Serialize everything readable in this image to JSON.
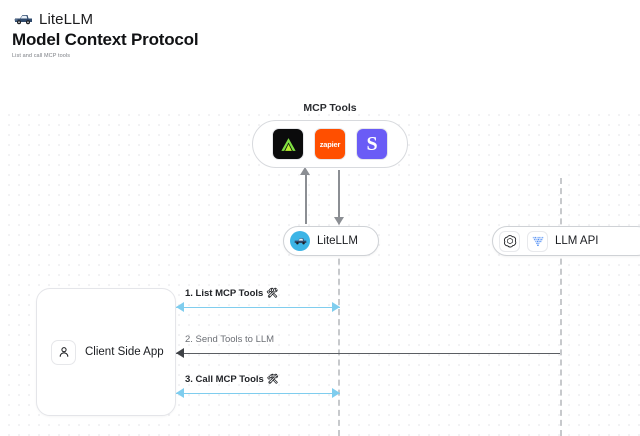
{
  "header": {
    "brand": "LiteLLM",
    "brand_icon": "litellm-truck-logo",
    "title": "Model Context Protocol",
    "subtitle": "List and call MCP tools"
  },
  "diagram": {
    "mcp_group": {
      "label": "MCP Tools",
      "tools": [
        {
          "name": "tool-icon-black-triangle",
          "text": "",
          "bg": "#0b0b0c"
        },
        {
          "name": "tool-icon-zapier",
          "text": "zapier",
          "bg": "#ff4f00"
        },
        {
          "name": "tool-icon-slack-s",
          "text": "S",
          "bg": "#6a5cf6"
        }
      ]
    },
    "nodes": [
      {
        "id": "litellm",
        "label": "LiteLLM",
        "icon": "litellm-avatar-icon"
      },
      {
        "id": "llmapi",
        "label": "LLM API",
        "icons": [
          "openai-icon",
          "vertex-ai-icon"
        ]
      }
    ],
    "client": {
      "label": "Client Side App",
      "icon": "person-icon"
    },
    "flows": [
      {
        "id": "flow-1",
        "label": "1. List MCP Tools",
        "emoji": "🛠",
        "color": "#7fcdee",
        "direction": "both"
      },
      {
        "id": "flow-2",
        "label": "2. Send Tools to LLM",
        "emoji": "",
        "color": "#5b5e63",
        "direction": "left"
      },
      {
        "id": "flow-3",
        "label": "3. Call MCP Tools",
        "emoji": "🛠",
        "color": "#7fcdee",
        "direction": "both"
      }
    ],
    "colors": {
      "accent_blue": "#7fcdee",
      "line_gray": "#5b5e63",
      "lifeline": "#c7c9cc",
      "canvas_dot": "#ededf0"
    }
  }
}
